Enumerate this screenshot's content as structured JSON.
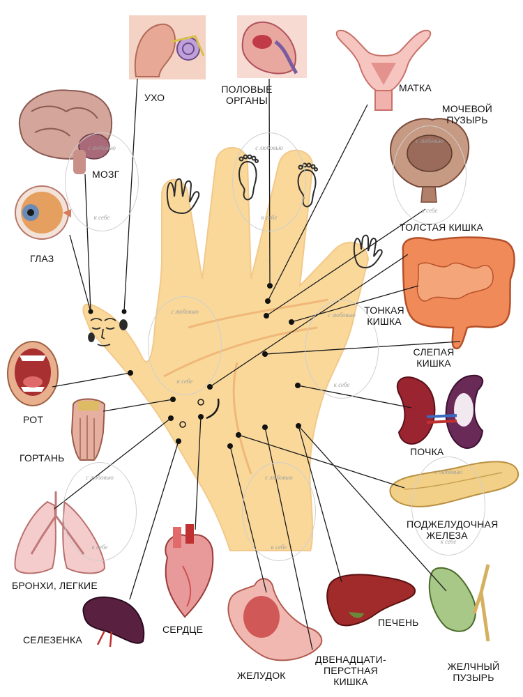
{
  "labels": {
    "ear": "УХО",
    "genitals": [
      "ПОЛОВЫЕ",
      "ОРГАНЫ"
    ],
    "uterus": "МАТКА",
    "bladder": [
      "МОЧЕВОЙ",
      "ПУЗЫРЬ"
    ],
    "brain": "МОЗГ",
    "eye": "ГЛАЗ",
    "colon": "ТОЛСТАЯ КИШКА",
    "small_intestine": [
      "ТОНКАЯ",
      "КИШКА"
    ],
    "cecum": [
      "СЛЕПАЯ",
      "КИШКА"
    ],
    "mouth": "РОТ",
    "larynx": "ГОРТАНЬ",
    "kidney": "ПОЧКА",
    "pancreas": [
      "ПОДЖЕЛУДОЧНАЯ",
      "ЖЕЛЕЗА"
    ],
    "lungs": "БРОНХИ, ЛЕГКИЕ",
    "spleen": "СЕЛЕЗЕНКА",
    "heart": "СЕРДЦЕ",
    "liver": "ПЕЧЕНЬ",
    "stomach": "ЖЕЛУДОК",
    "duodenum": [
      "ДВЕНАДЦАТИ-",
      "ПЕРСТНАЯ",
      "КИШКА"
    ],
    "gallbladder": [
      "ЖЕЛЧНЫЙ",
      "ПУЗЫРЬ"
    ]
  },
  "watermark": {
    "top": "с любовью",
    "bottom": "к себе"
  },
  "colors": {
    "hand": "#f9d89a",
    "hand_outline": "#f0c27a",
    "line": "#1a1a1a",
    "text": "#111111"
  }
}
